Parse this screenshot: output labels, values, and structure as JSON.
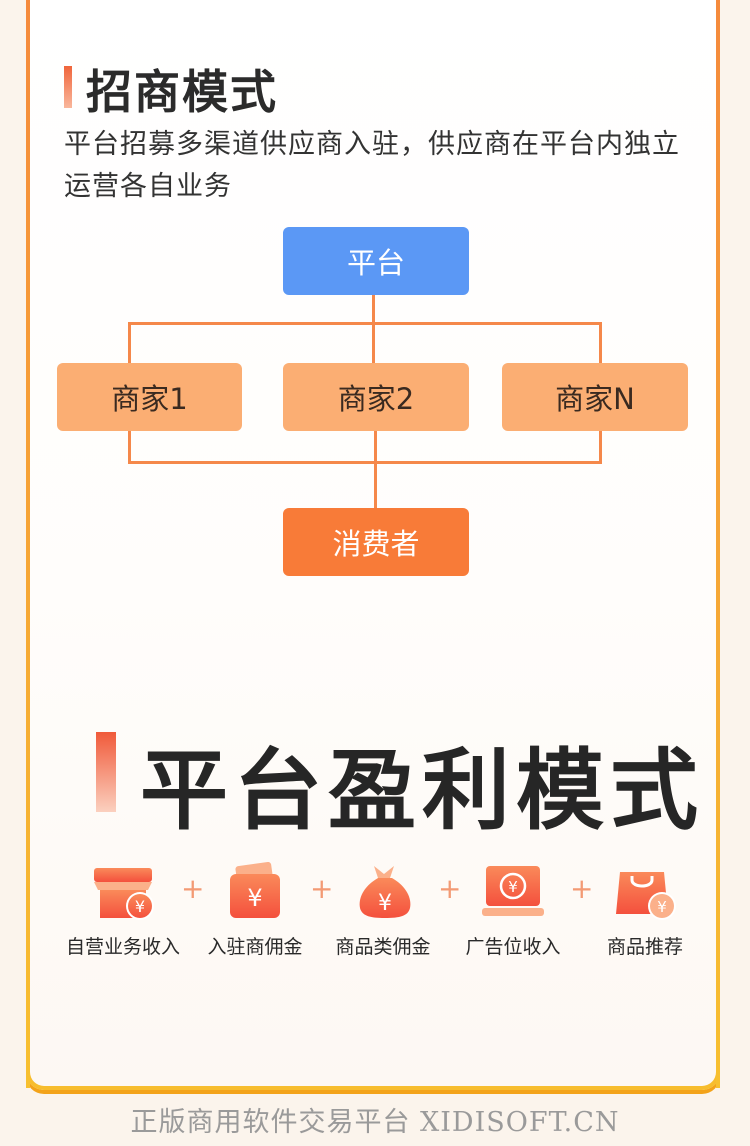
{
  "section1": {
    "title": "招商模式",
    "description": "平台招募多渠道供应商入驻，供应商在平台内独立运营各自业务"
  },
  "diagram": {
    "platform": "平台",
    "merchants": [
      "商家1",
      "商家2",
      "商家N"
    ],
    "consumer": "消费者"
  },
  "section2": {
    "title": "平台盈利模式",
    "plus": "+",
    "items": [
      {
        "icon": "storefront-yuan-icon",
        "label": "自营业务收入"
      },
      {
        "icon": "wallet-yuan-icon",
        "label": "入驻商佣金"
      },
      {
        "icon": "money-bag-yuan-icon",
        "label": "商品类佣金"
      },
      {
        "icon": "laptop-yuan-icon",
        "label": "广告位收入"
      },
      {
        "icon": "shopping-bag-yuan-icon",
        "label": "商品推荐"
      }
    ]
  },
  "footer": {
    "text": "正版商用软件交易平台",
    "domain": "XIDISOFT.CN"
  },
  "colors": {
    "platform_box": "#5b98f5",
    "merchant_box": "#fbae73",
    "consumer_box": "#f87b38",
    "connector": "#f5884a",
    "card_border": "#f7bd2d"
  }
}
